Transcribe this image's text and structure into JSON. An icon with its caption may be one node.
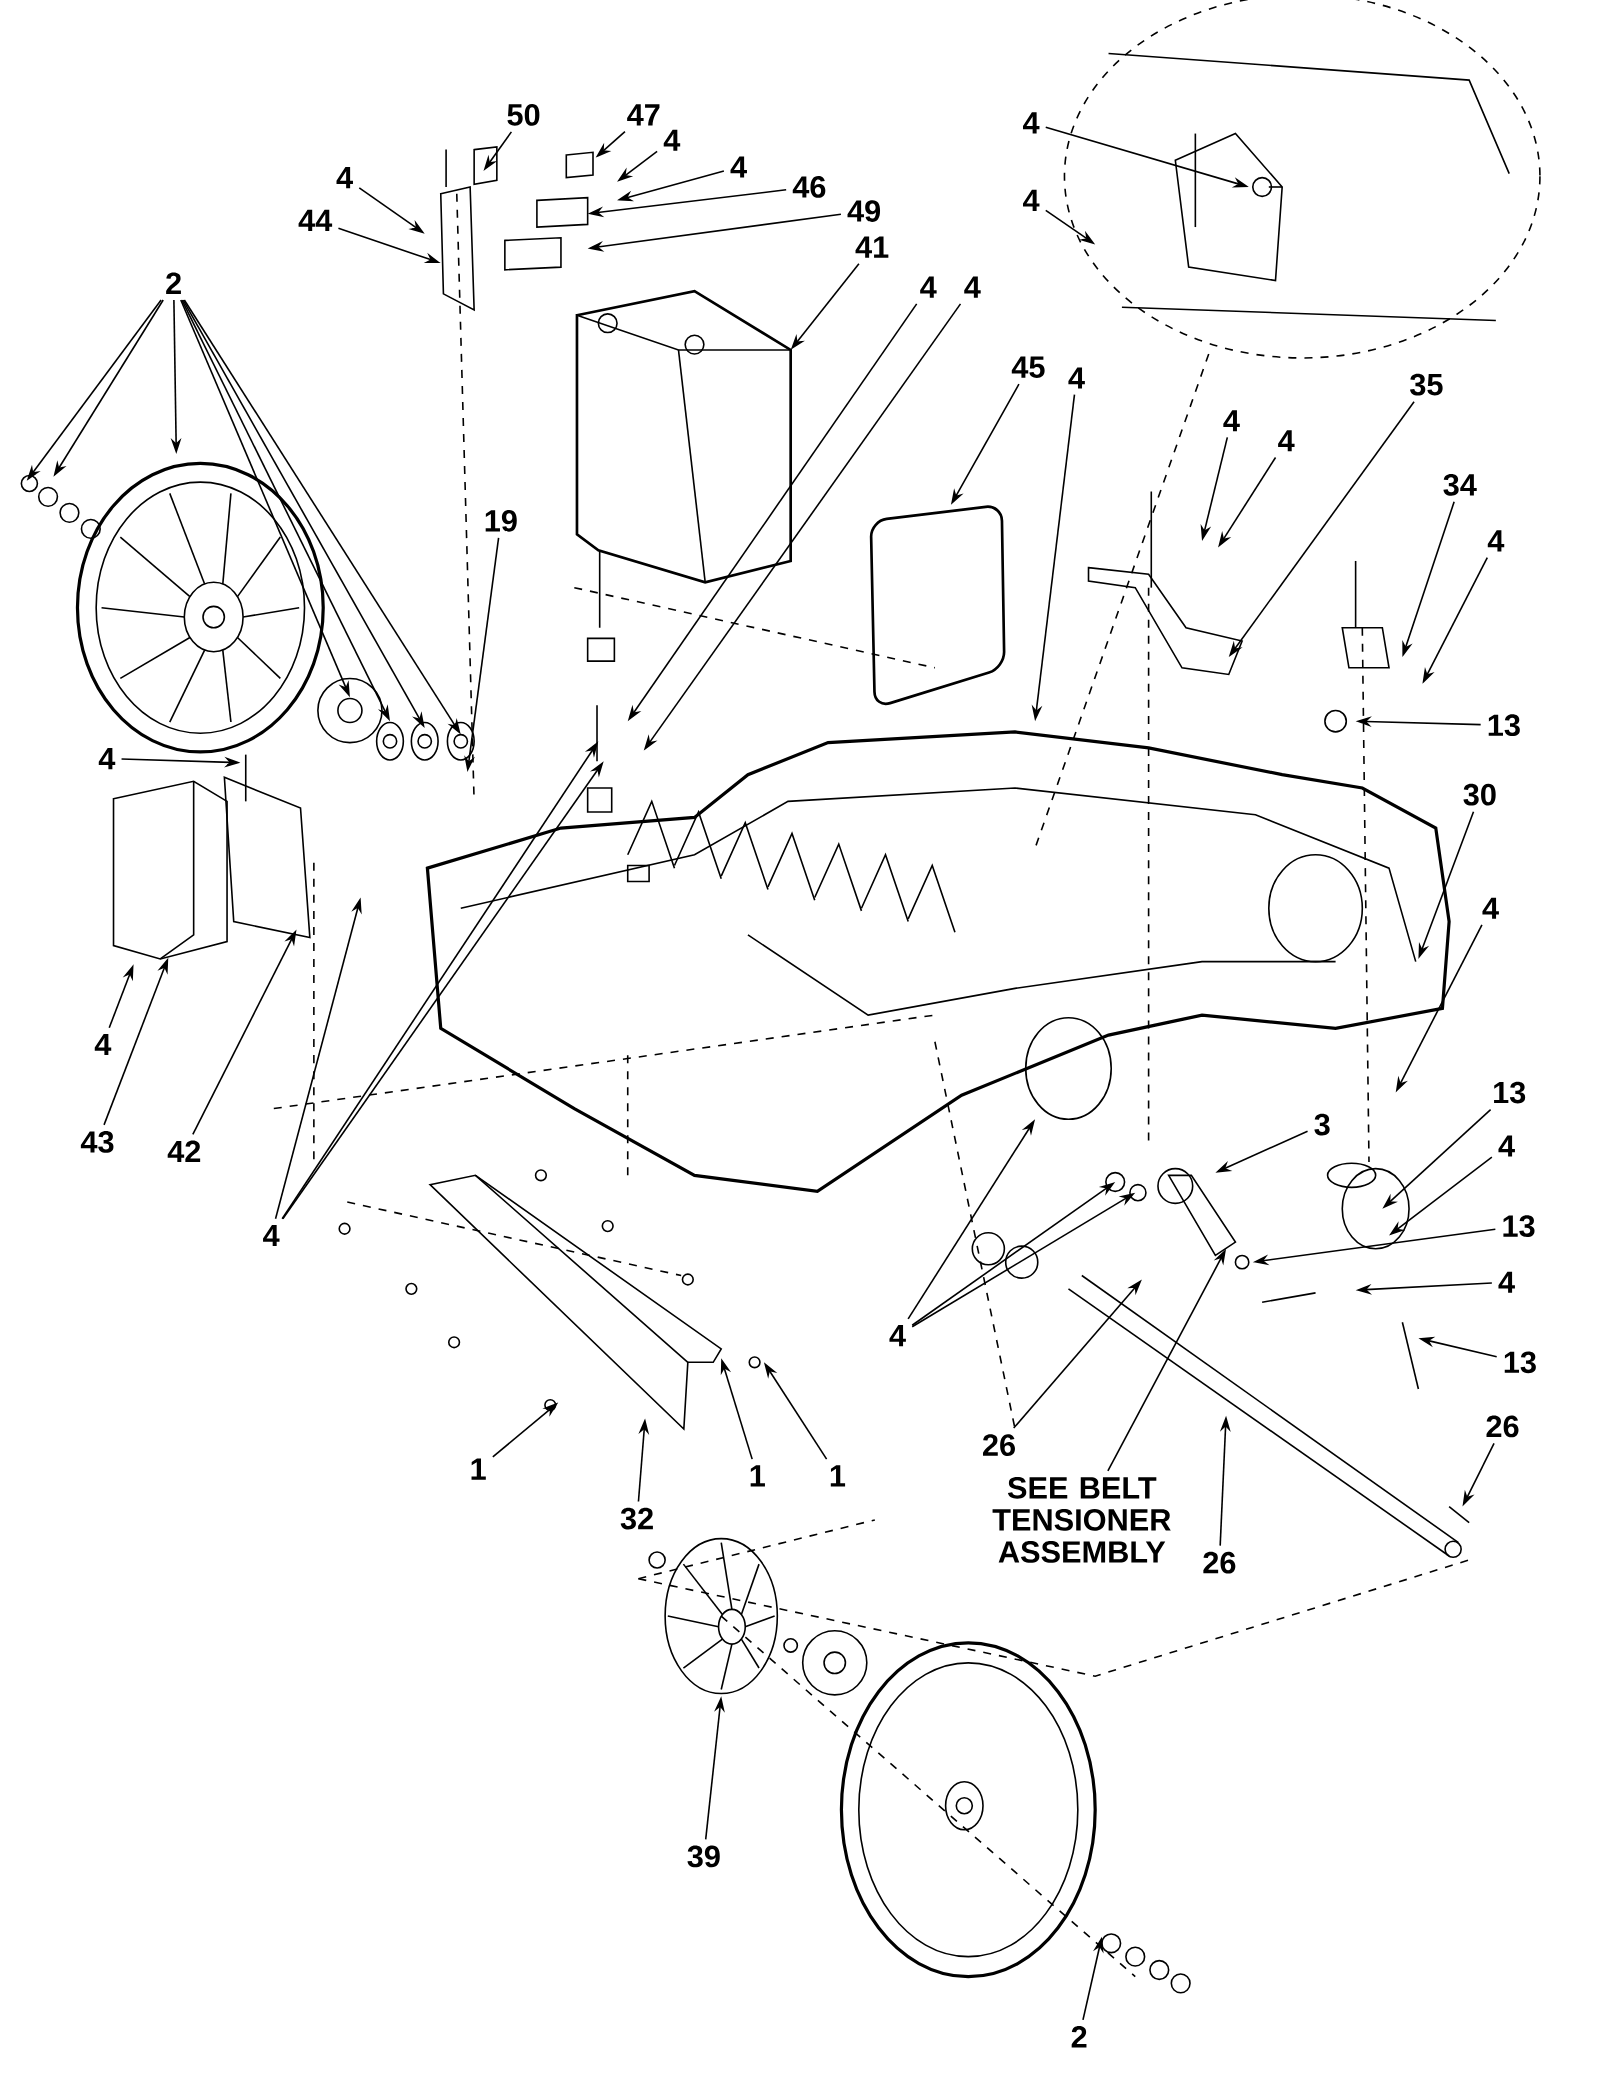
{
  "diagram": {
    "nodes": [
      {
        "text": [
          "50"
        ]
      },
      {
        "text": [
          "47"
        ]
      },
      {
        "text": [
          "4"
        ]
      },
      {
        "text": [
          "4"
        ]
      },
      {
        "text": [
          "46"
        ]
      },
      {
        "text": [
          "49"
        ]
      },
      {
        "text": [
          "4"
        ]
      },
      {
        "text": [
          "44"
        ]
      },
      {
        "text": [
          "4"
        ]
      },
      {
        "text": [
          "4"
        ]
      },
      {
        "text": [
          "41"
        ]
      },
      {
        "text": [
          "2"
        ]
      },
      {
        "text": [
          "4"
        ]
      },
      {
        "text": [
          "4"
        ]
      },
      {
        "text": [
          "45"
        ]
      },
      {
        "text": [
          "4"
        ]
      },
      {
        "text": [
          "35"
        ]
      },
      {
        "text": [
          "4"
        ]
      },
      {
        "text": [
          "4"
        ]
      },
      {
        "text": [
          "34"
        ]
      },
      {
        "text": [
          "4"
        ]
      },
      {
        "text": [
          "19"
        ]
      },
      {
        "text": [
          "13"
        ]
      },
      {
        "text": [
          "4"
        ]
      },
      {
        "text": [
          "30"
        ]
      },
      {
        "text": [
          "4"
        ]
      },
      {
        "text": [
          "4"
        ]
      },
      {
        "text": [
          "43"
        ]
      },
      {
        "text": [
          "42"
        ]
      },
      {
        "text": [
          "4"
        ]
      },
      {
        "text": [
          "3"
        ]
      },
      {
        "text": [
          "13"
        ]
      },
      {
        "text": [
          "4"
        ]
      },
      {
        "text": [
          "13"
        ]
      },
      {
        "text": [
          "4"
        ]
      },
      {
        "text": [
          "13"
        ]
      },
      {
        "text": [
          "4"
        ]
      },
      {
        "text": [
          "26"
        ]
      },
      {
        "text": [
          "SEE BELT TENSIONER ASSEMBLY"
        ]
      },
      {
        "text": [
          "26"
        ]
      },
      {
        "text": [
          "26"
        ]
      },
      {
        "text": [
          "1"
        ]
      },
      {
        "text": [
          "32"
        ]
      },
      {
        "text": [
          "1"
        ]
      },
      {
        "text": [
          "1"
        ]
      },
      {
        "text": [
          "39"
        ]
      },
      {
        "text": [
          "2"
        ]
      }
    ],
    "edges": [
      {
        "from": 0,
        "to": null,
        "arrow": "to"
      },
      {
        "from": 1,
        "to": null,
        "arrow": "to"
      },
      {
        "from": 2,
        "to": null,
        "arrow": "to"
      },
      {
        "from": 3,
        "to": null,
        "arrow": "to"
      },
      {
        "from": 4,
        "to": null,
        "arrow": "to"
      },
      {
        "from": 5,
        "to": null,
        "arrow": "to"
      },
      {
        "from": 6,
        "to": null,
        "arrow": "to"
      },
      {
        "from": 7,
        "to": null,
        "arrow": "to"
      },
      {
        "from": 8,
        "to": null,
        "arrow": "to"
      },
      {
        "from": 9,
        "to": null,
        "arrow": "to"
      },
      {
        "from": 10,
        "to": null,
        "arrow": "to"
      },
      {
        "from": 11,
        "to": null,
        "arrow": "to"
      },
      {
        "from": 11,
        "to": null,
        "arrow": "to"
      },
      {
        "from": 11,
        "to": null,
        "arrow": "to"
      },
      {
        "from": 11,
        "to": null,
        "arrow": "to"
      },
      {
        "from": 11,
        "to": null,
        "arrow": "to"
      },
      {
        "from": 11,
        "to": null,
        "arrow": "to"
      },
      {
        "from": 11,
        "to": null,
        "arrow": "to"
      },
      {
        "from": 12,
        "to": null,
        "arrow": "to"
      },
      {
        "from": 13,
        "to": null,
        "arrow": "to"
      },
      {
        "from": 14,
        "to": null,
        "arrow": "to"
      },
      {
        "from": 15,
        "to": null,
        "arrow": "to"
      },
      {
        "from": 16,
        "to": null,
        "arrow": "to"
      },
      {
        "from": 17,
        "to": null,
        "arrow": "to"
      },
      {
        "from": 18,
        "to": null,
        "arrow": "to"
      },
      {
        "from": 19,
        "to": null,
        "arrow": "to"
      },
      {
        "from": 20,
        "to": null,
        "arrow": "to"
      },
      {
        "from": 21,
        "to": null,
        "arrow": "to"
      },
      {
        "from": 22,
        "to": null,
        "arrow": "to"
      },
      {
        "from": 23,
        "to": null,
        "arrow": "to"
      },
      {
        "from": 24,
        "to": null,
        "arrow": "to"
      },
      {
        "from": 25,
        "to": null,
        "arrow": "to"
      },
      {
        "from": 26,
        "to": null,
        "arrow": "to"
      },
      {
        "from": 27,
        "to": null,
        "arrow": "to"
      },
      {
        "from": 28,
        "to": null,
        "arrow": "to"
      },
      {
        "from": 29,
        "to": null,
        "arrow": "to"
      },
      {
        "from": 29,
        "to": null,
        "arrow": "to"
      },
      {
        "from": 29,
        "to": null,
        "arrow": "to"
      },
      {
        "from": 30,
        "to": null,
        "arrow": "to"
      },
      {
        "from": 31,
        "to": null,
        "arrow": "to"
      },
      {
        "from": 32,
        "to": null,
        "arrow": "to"
      },
      {
        "from": 33,
        "to": null,
        "arrow": "to"
      },
      {
        "from": 34,
        "to": null,
        "arrow": "to"
      },
      {
        "from": 35,
        "to": null,
        "arrow": "to"
      },
      {
        "from": 36,
        "to": null,
        "arrow": "to"
      },
      {
        "from": 36,
        "to": null,
        "arrow": "to"
      },
      {
        "from": 36,
        "to": null,
        "arrow": "to"
      },
      {
        "from": 37,
        "to": null,
        "arrow": "to"
      },
      {
        "from": 38,
        "to": null,
        "arrow": "to"
      },
      {
        "from": 39,
        "to": null,
        "arrow": "to"
      },
      {
        "from": 40,
        "to": null,
        "arrow": "to"
      },
      {
        "from": 41,
        "to": null,
        "arrow": "to"
      },
      {
        "from": 42,
        "to": null,
        "arrow": "to"
      },
      {
        "from": 43,
        "to": null,
        "arrow": "to"
      },
      {
        "from": 44,
        "to": null,
        "arrow": "to"
      },
      {
        "from": 45,
        "to": null,
        "arrow": "to"
      },
      {
        "from": 46,
        "to": null,
        "arrow": "to"
      }
    ]
  }
}
